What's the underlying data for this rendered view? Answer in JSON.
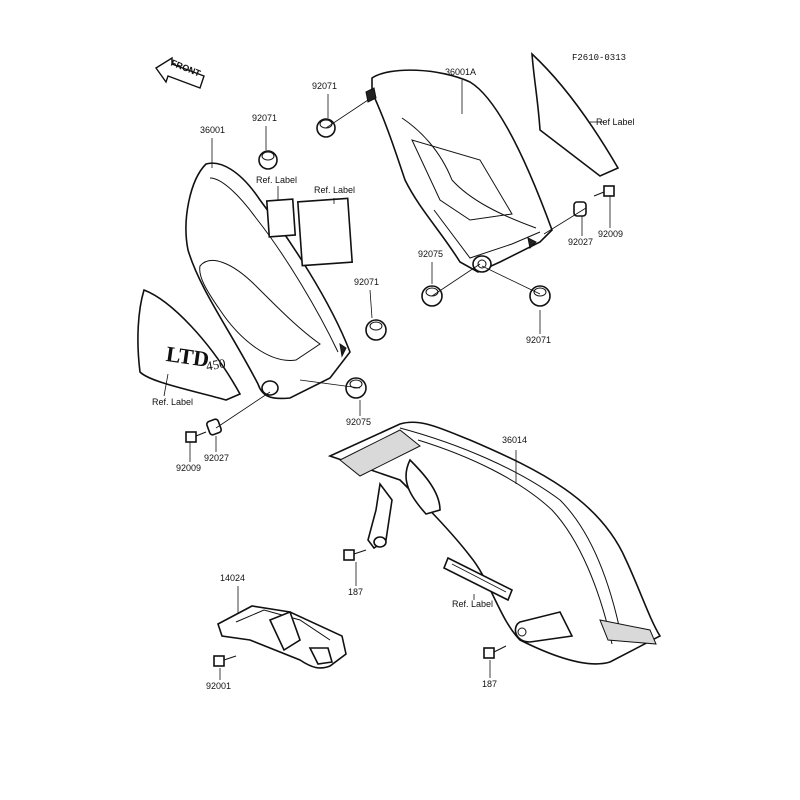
{
  "figure_code": "F2610-0313",
  "front_arrow_label": "FRONT",
  "emblem": {
    "main": "LTD",
    "num": "450"
  },
  "callouts": {
    "c36001A": "36001A",
    "c36001": "36001",
    "c36014": "36014",
    "c14024": "14024",
    "c92071_a": "92071",
    "c92071_b": "92071",
    "c92071_c": "92071",
    "c92071_d": "92071",
    "c92075_a": "92075",
    "c92075_b": "92075",
    "c92027_a": "92027",
    "c92027_b": "92027",
    "c92009_a": "92009",
    "c92009_b": "92009",
    "c187_a": "187",
    "c187_b": "187",
    "c92001": "92001"
  },
  "ref_labels": {
    "right_cover": "Ref Label",
    "small": "Ref. Label",
    "square": "Ref. Label",
    "left_cover": "Ref. Label",
    "chain_cover": "Ref. Label"
  }
}
